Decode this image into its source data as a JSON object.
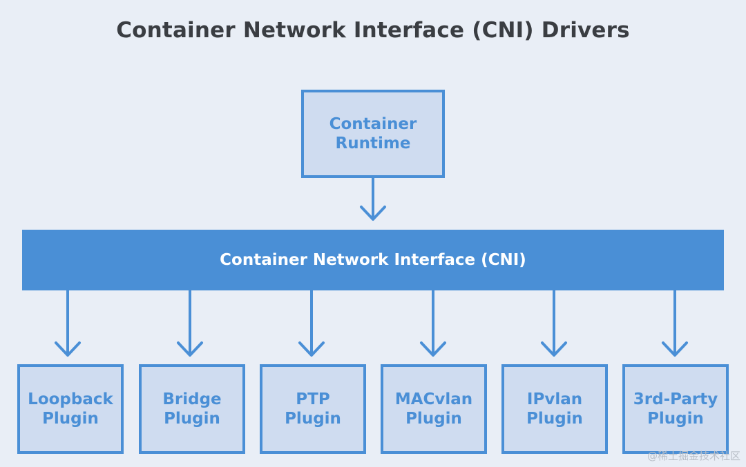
{
  "title": "Container Network Interface (CNI) Drivers",
  "runtime": {
    "label": "Container\nRuntime"
  },
  "cni": {
    "label": "Container Network Interface (CNI)"
  },
  "plugins": [
    {
      "label": "Loopback\nPlugin"
    },
    {
      "label": "Bridge\nPlugin"
    },
    {
      "label": "PTP\nPlugin"
    },
    {
      "label": "MACvlan\nPlugin"
    },
    {
      "label": "IPvlan\nPlugin"
    },
    {
      "label": "3rd-Party\nPlugin"
    }
  ],
  "watermark": "@稀土掘金技术社区",
  "colors": {
    "accent": "#4a8fd6",
    "box_fill": "#cfdcf0",
    "background": "#e9eef6",
    "title_text": "#3a3d42"
  }
}
